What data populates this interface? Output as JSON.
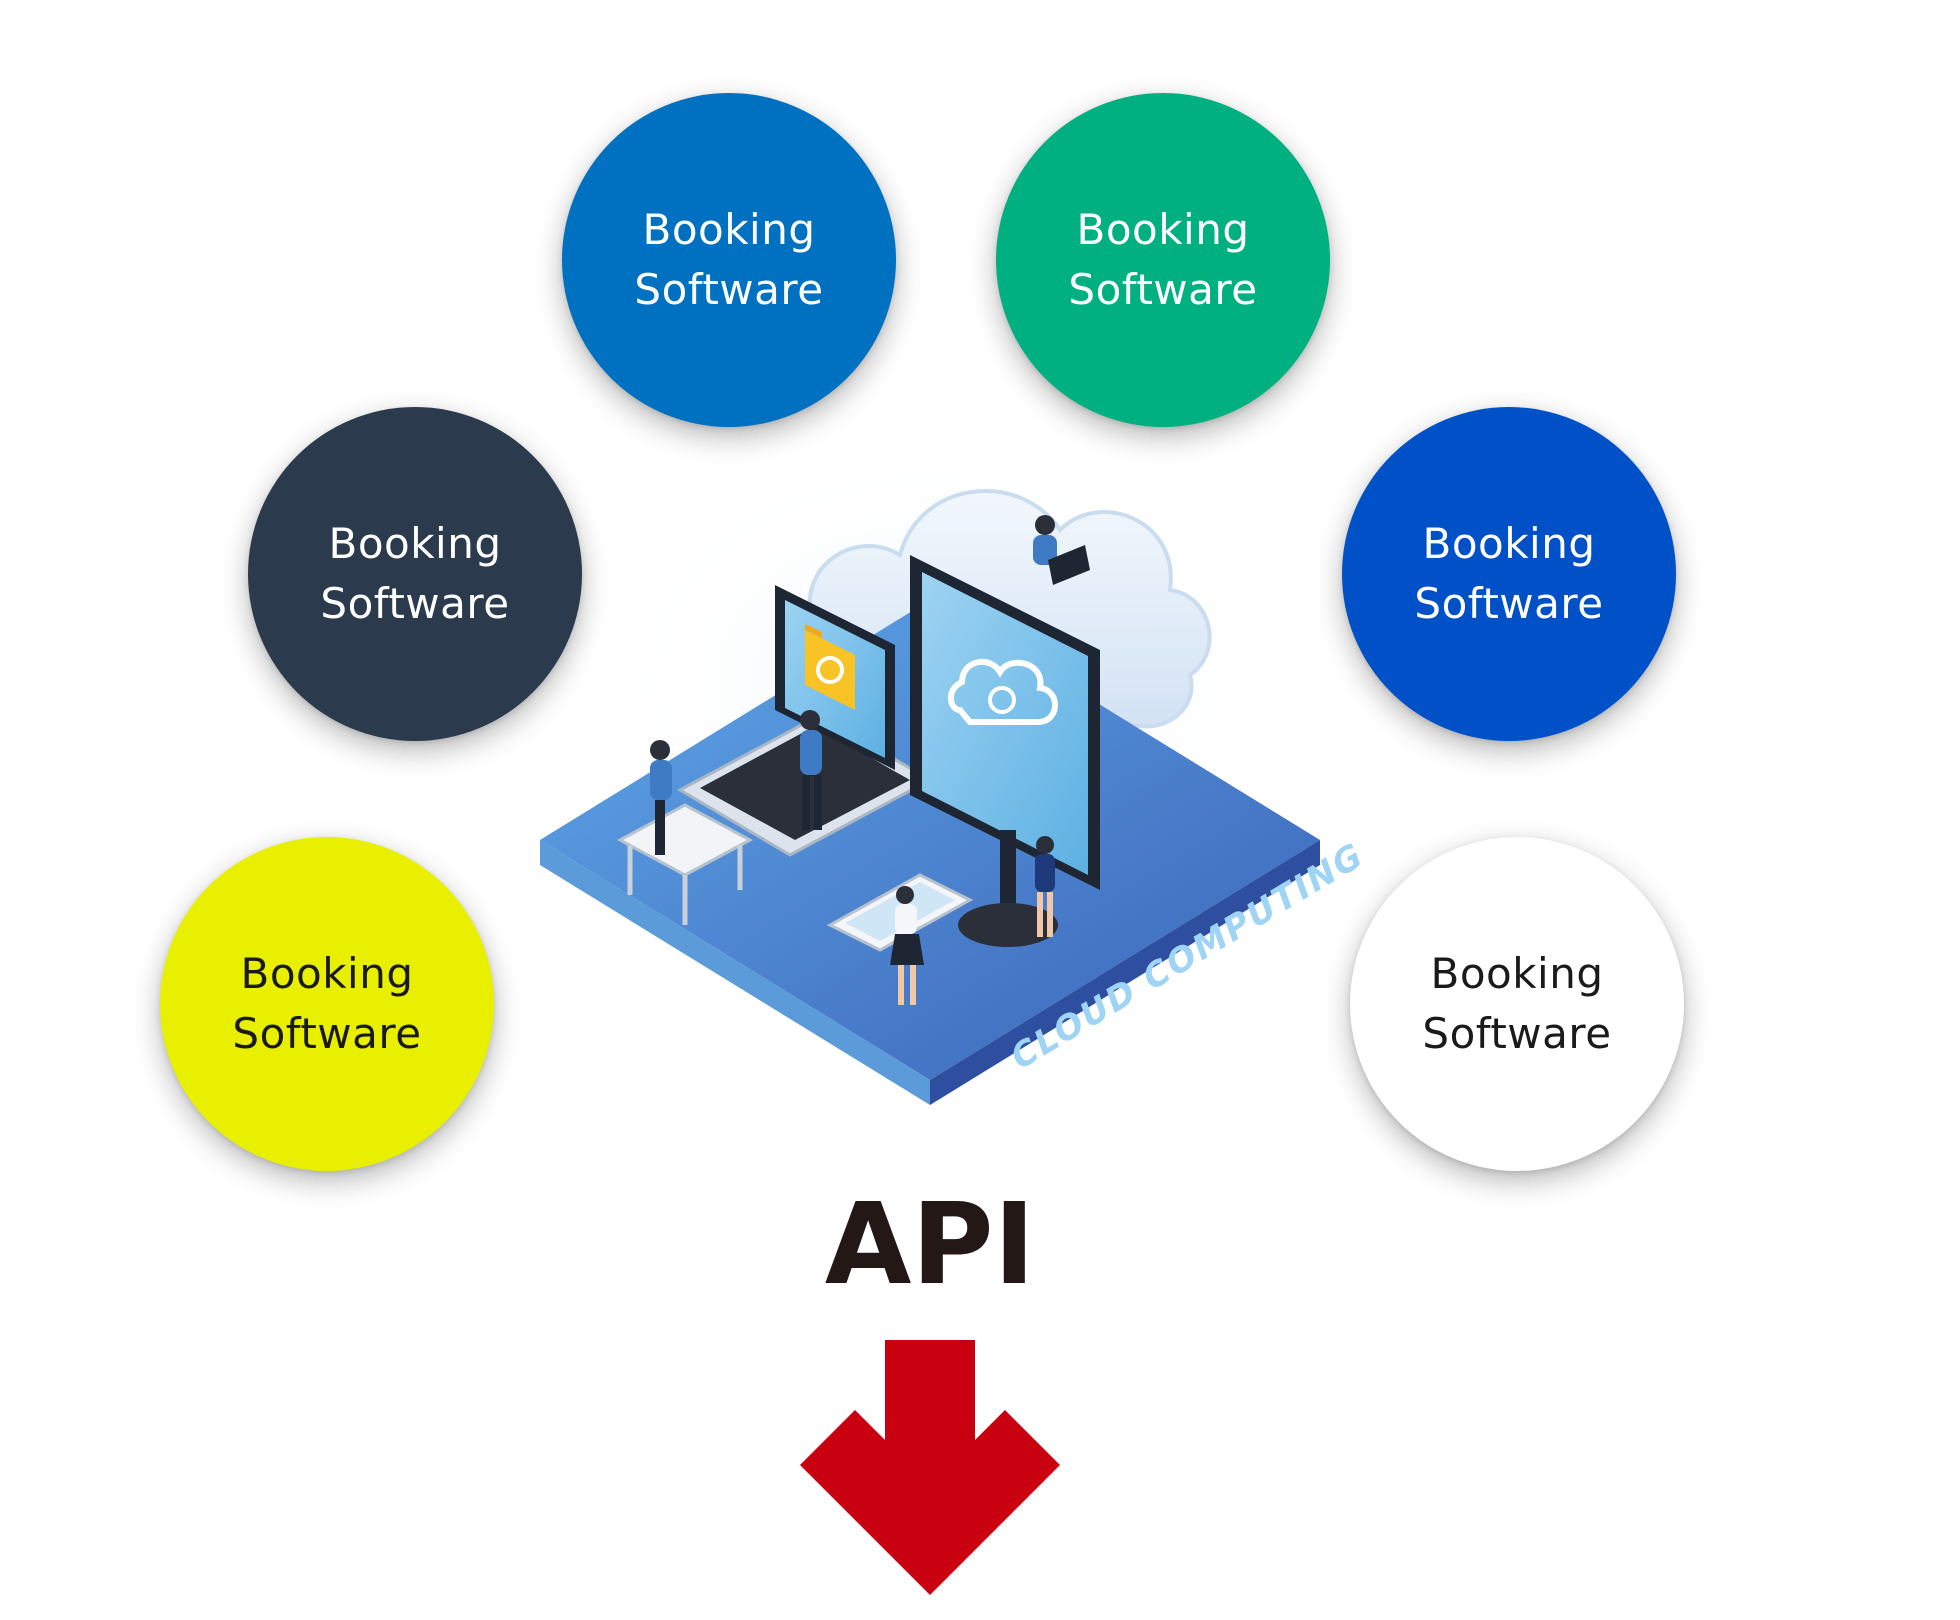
{
  "bubbles": [
    {
      "id": "blue",
      "line1": "Booking",
      "line2": "Software",
      "bg": "#0070C0",
      "fg": "#FFFFFF"
    },
    {
      "id": "green",
      "line1": "Booking",
      "line2": "Software",
      "bg": "#00B080",
      "fg": "#FFFFFF"
    },
    {
      "id": "navy",
      "line1": "Booking",
      "line2": "Software",
      "bg": "#2B3A4C",
      "fg": "#FFFFFF"
    },
    {
      "id": "royal",
      "line1": "Booking",
      "line2": "Software",
      "bg": "#0050C8",
      "fg": "#FFFFFF"
    },
    {
      "id": "yellow",
      "line1": "Booking",
      "line2": "Software",
      "bg": "#E8F000",
      "fg": "#1A1A1A"
    },
    {
      "id": "white",
      "line1": "Booking",
      "line2": "Software",
      "bg": "#FFFFFF",
      "fg": "#1A1A1A"
    }
  ],
  "illustration": {
    "caption": "CLOUD COMPUTING",
    "icons": [
      "cloud-icon",
      "laptop-icon",
      "monitor-icon",
      "folder-icon",
      "phone-icon",
      "person-icon"
    ]
  },
  "api_label": "API",
  "arrow": {
    "color": "#C8000F",
    "icon": "down-arrow-icon"
  }
}
